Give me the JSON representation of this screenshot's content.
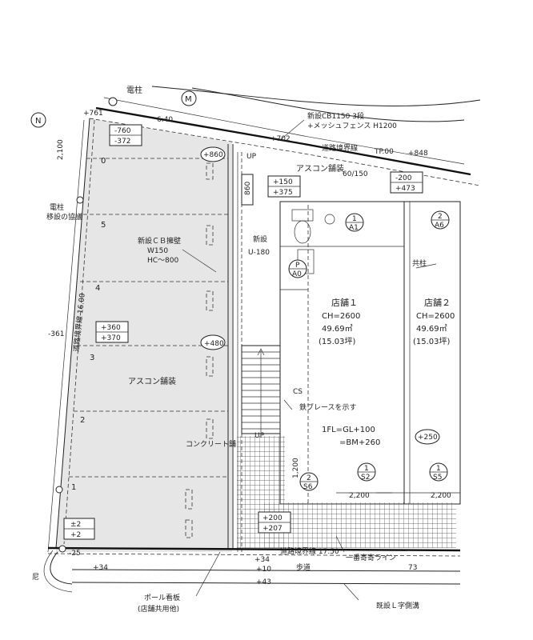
{
  "labels": {
    "utility_pole_top": "電柱",
    "grid_marker_left": "N",
    "grid_marker_mid": "M",
    "dim_top_761": "+761",
    "dim_top_640": "6.40",
    "new_fence": "新設CB1150 3段",
    "new_fence_2": "+メッシュフェンス H1200",
    "road_boundary": "道路境界線",
    "road_tp": "TP.00",
    "level_848": "+848",
    "level_702": "+702",
    "box_a_1": "-760",
    "box_a_2": "-372",
    "level_860": "+860",
    "up_1": "UP",
    "num_860_vert": "860",
    "asphalt_top": "アスコン舗装",
    "dim_60_150": "60/150",
    "box_b_1": "+150",
    "box_b_2": "+375",
    "box_c_1": "-200",
    "box_c_2": "+473",
    "dim_2100": "2,100",
    "pole_left_1": "電柱",
    "pole_left_2": "移設の協議",
    "row_0": "0",
    "row_5": "5",
    "row_4": "4",
    "row_3": "3",
    "row_2": "2",
    "row_1": "1",
    "cb_wall_1": "新設ＣＢ擁壁",
    "cb_wall_2": "W150",
    "cb_wall_3": "HC～800",
    "new_drain_1": "新設",
    "new_drain_2": "U-180",
    "road_extension": "道路境界線 16.00",
    "level_361": "-361",
    "box_d_1": "+360",
    "box_d_2": "+370",
    "level_480": "+480",
    "asphalt_mid": "アスコン舗装",
    "concrete": "コンクリート舗",
    "shop1_name": "店舗１",
    "shop1_ch": "CH=2600",
    "shop1_area": "49.69㎡",
    "shop1_tsubo": "(15.03坪)",
    "shop2_name": "店舗２",
    "shop2_ch": "CH=2600",
    "shop2_area": "49.69㎡",
    "shop2_tsubo": "(15.03坪)",
    "ibeam": "共柱",
    "brace_note": "鉄ブレースを示す",
    "cs": "CS",
    "fl_1": "1FL=GL+100",
    "fl_2": "=BM+260",
    "level_250": "+250",
    "up_2": "UP",
    "dim_1200": "1,200",
    "dim_2200_a": "2,200",
    "dim_2200_b": "2,200",
    "sec_1_num": "1",
    "sec_1_sheet": "S2",
    "sec_2_num": "2",
    "sec_2_sheet": "S6",
    "sec_3_num": "1",
    "sec_3_sheet": "S5",
    "sec_4_num": "2",
    "sec_4_sheet": "A6",
    "sec_5_num": "P",
    "sec_5_sheet": "A0",
    "sec_6_num": "1",
    "sec_6_sheet": "A1",
    "box_e_1": "+200",
    "box_e_2": "+207",
    "box_f_1": "±2",
    "box_f_2": "+2",
    "level_25": "-25",
    "level_34a": "+34",
    "level_34b": "+34",
    "level_10": "+10",
    "level_43": "+43",
    "road_boundary_bottom": "道路境界線 17.50",
    "sidewalk": "歩道",
    "shop_line": "一番寄寄ライン",
    "bottom_73": "73",
    "pole_sign_1": "ポール看板",
    "pole_sign_2": "(店舗共用他)",
    "gutter": "既設Ｌ字側溝",
    "edge_left": "尼"
  }
}
